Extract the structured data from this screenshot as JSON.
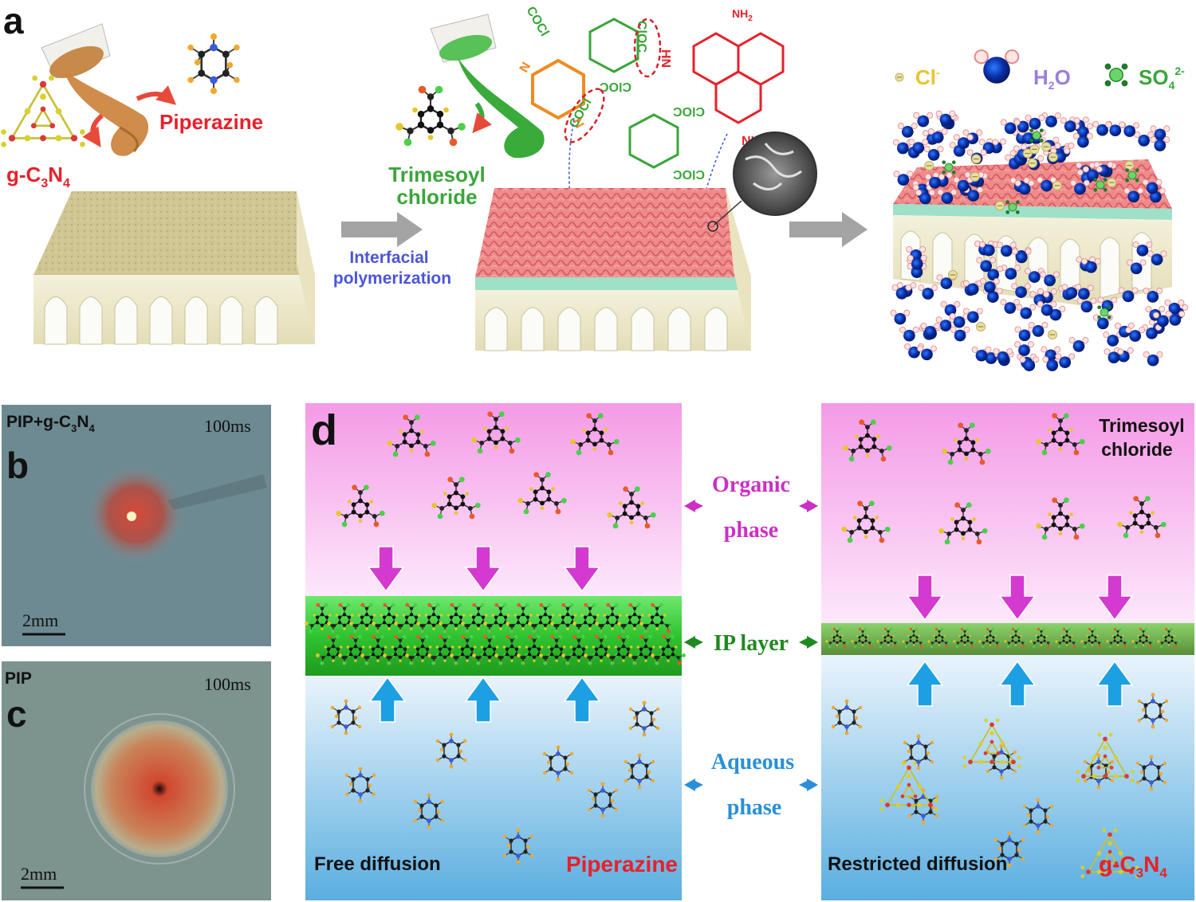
{
  "panel_labels": {
    "a": "a",
    "b": "b",
    "c": "c",
    "d": "d"
  },
  "colors": {
    "red_label": "#e8202a",
    "green_label": "#3aa63a",
    "blue_label": "#4a55d8",
    "organic_top": "#f49ae6",
    "organic_bottom": "#fde8fb",
    "aqueous_top": "#eaf4fc",
    "aqueous_bottom": "#5aaee0",
    "ip_green": "#3fd43f",
    "magenta_arrow": "#d43ad0",
    "blue_arrow": "#1d9fe3",
    "layer_pink": "#ec7a7c",
    "water_blue": "#1a4fd6"
  },
  "panel_a": {
    "piperazine": "Piperazine",
    "gc3n4": {
      "base": "g-C",
      "sub1": "3",
      "mid": "N",
      "sub2": "4"
    },
    "tmc": [
      "Trimesoyl",
      "chloride"
    ],
    "interfacial": [
      "Interfacial",
      "polymerization"
    ],
    "chem_groups": {
      "cocl": "COCl",
      "cloc": "ClOC",
      "nh2": "NH",
      "nh2_sub": "2",
      "nh": "NH",
      "hn": "HN",
      "n": "N"
    },
    "legend": {
      "cl": {
        "base": "Cl",
        "sup": "-"
      },
      "h2o": {
        "base": "H",
        "sub": "2",
        "tail": "O"
      },
      "so4": {
        "base": "SO",
        "sub": "4",
        "sup": "2-"
      }
    }
  },
  "panel_b": {
    "label": {
      "base": "PIP+g-C",
      "sub1": "3",
      "mid": "N",
      "sub2": "4"
    },
    "time": "100ms",
    "scale": "2mm"
  },
  "panel_c": {
    "label": "PIP",
    "time": "100ms",
    "scale": "2mm"
  },
  "panel_d": {
    "organic": [
      "Organic",
      "phase"
    ],
    "ip_layer": "IP layer",
    "aqueous": [
      "Aqueous",
      "phase"
    ],
    "free_diffusion": "Free diffusion",
    "piperazine": "Piperazine",
    "restricted_diffusion": "Restricted diffusion",
    "gc3n4": {
      "base": "g-C",
      "sub1": "3",
      "mid": "N",
      "sub2": "4"
    },
    "tmc": [
      "Trimesoyl",
      "chloride"
    ]
  }
}
